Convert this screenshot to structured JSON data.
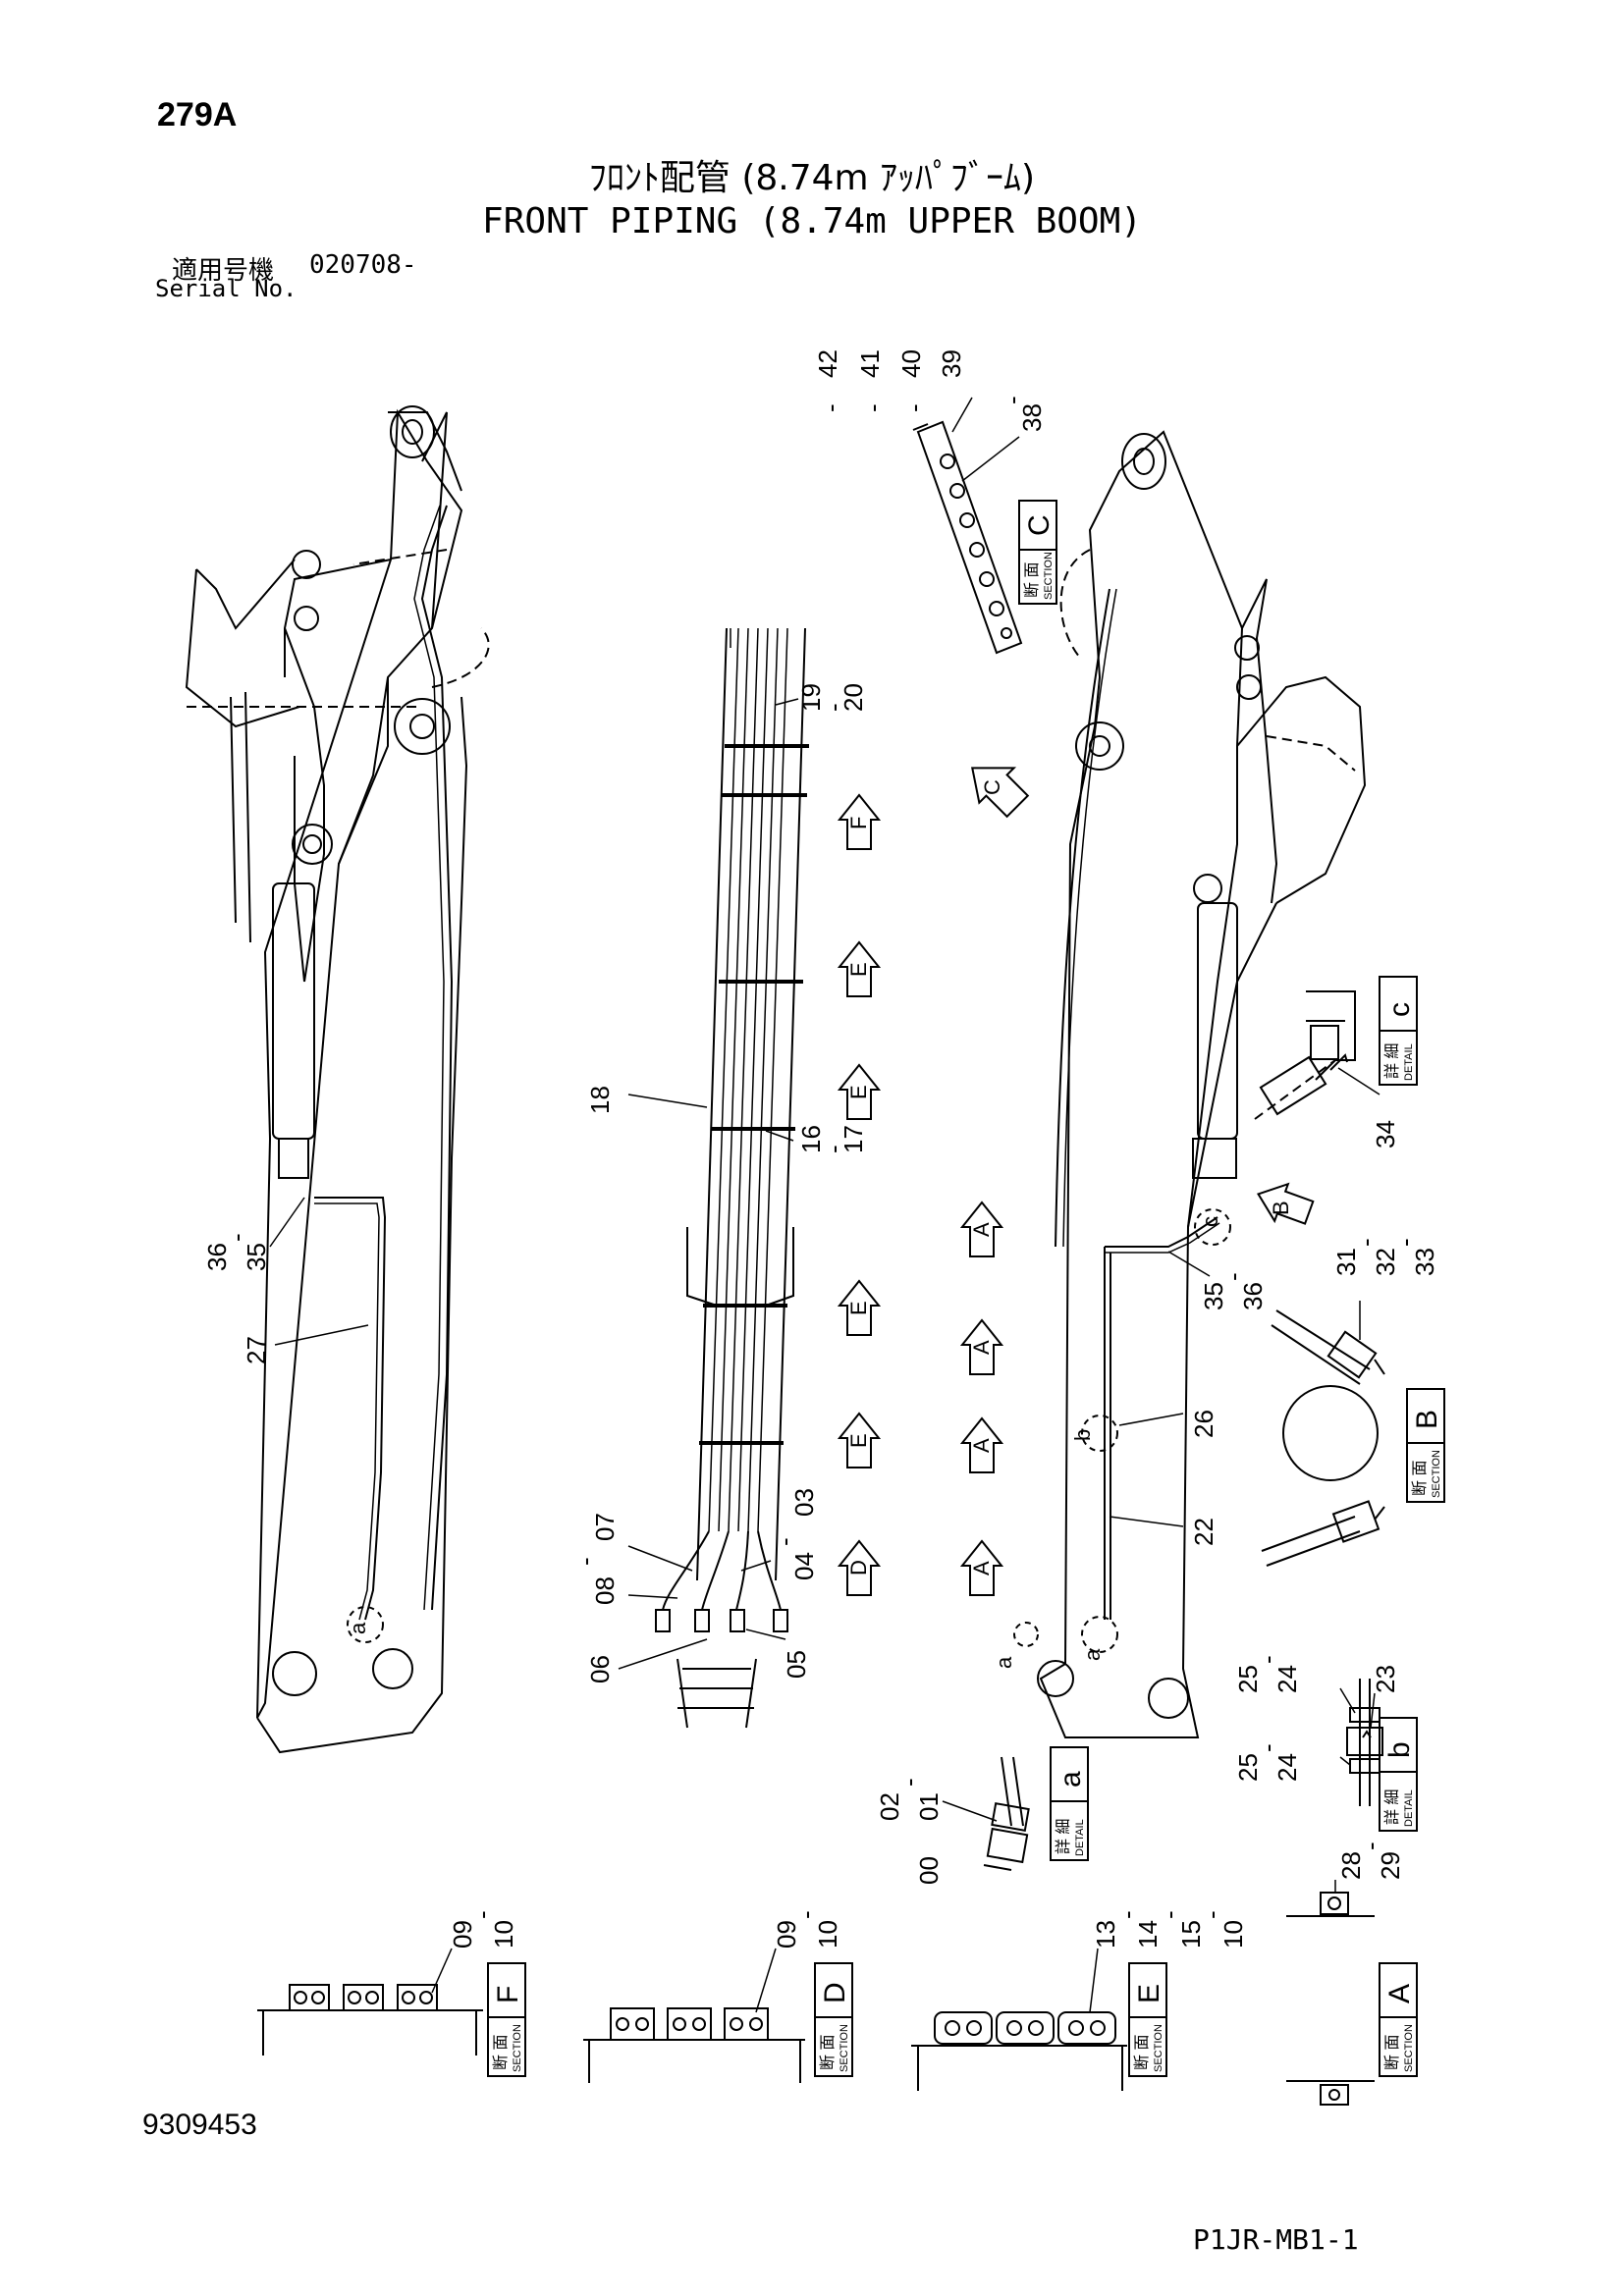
{
  "header": {
    "page_id": "279A",
    "title_jp": "ﾌﾛﾝﾄ配管 (8.74m ｱｯﾊﾟﾌﾞｰﾑ)",
    "title_en": "FRONT PIPING (8.74m UPPER BOOM)",
    "serial_label_jp": "適用号機",
    "serial_code": "020708-",
    "serial_label_en": "Serial No."
  },
  "footer": {
    "document_number": "9309453",
    "sheet_code": "P1JR-MB1-1"
  },
  "callouts": [
    {
      "id": "c-42",
      "text": "42"
    },
    {
      "id": "c-41",
      "text": "41"
    },
    {
      "id": "c-40",
      "text": "40"
    },
    {
      "id": "c-39",
      "text": "39"
    },
    {
      "id": "c-38",
      "text": "38"
    },
    {
      "id": "c-19",
      "text": "19"
    },
    {
      "id": "c-20",
      "text": "20"
    },
    {
      "id": "c-18",
      "text": "18"
    },
    {
      "id": "c-16",
      "text": "16"
    },
    {
      "id": "c-17",
      "text": "17"
    },
    {
      "id": "c-36a",
      "text": "36"
    },
    {
      "id": "c-35a",
      "text": "35"
    },
    {
      "id": "c-27",
      "text": "27"
    },
    {
      "id": "c-08",
      "text": "08"
    },
    {
      "id": "c-07",
      "text": "07"
    },
    {
      "id": "c-04",
      "text": "04"
    },
    {
      "id": "c-03",
      "text": "03"
    },
    {
      "id": "c-06",
      "text": "06"
    },
    {
      "id": "c-05",
      "text": "05"
    },
    {
      "id": "c-34",
      "text": "34"
    },
    {
      "id": "c-31",
      "text": "31"
    },
    {
      "id": "c-32",
      "text": "32"
    },
    {
      "id": "c-33",
      "text": "33"
    },
    {
      "id": "c-35b",
      "text": "35"
    },
    {
      "id": "c-36b",
      "text": "36"
    },
    {
      "id": "c-26",
      "text": "26"
    },
    {
      "id": "c-22",
      "text": "22"
    },
    {
      "id": "c-25a",
      "text": "25"
    },
    {
      "id": "c-24a",
      "text": "24"
    },
    {
      "id": "c-23",
      "text": "23"
    },
    {
      "id": "c-25b",
      "text": "25"
    },
    {
      "id": "c-24b",
      "text": "24"
    },
    {
      "id": "c-02",
      "text": "02"
    },
    {
      "id": "c-01",
      "text": "01"
    },
    {
      "id": "c-00",
      "text": "00"
    },
    {
      "id": "c-28",
      "text": "28"
    },
    {
      "id": "c-29",
      "text": "29"
    },
    {
      "id": "c-09a",
      "text": "09"
    },
    {
      "id": "c-10a",
      "text": "10"
    },
    {
      "id": "c-09b",
      "text": "09"
    },
    {
      "id": "c-10b",
      "text": "10"
    },
    {
      "id": "c-13",
      "text": "13"
    },
    {
      "id": "c-14",
      "text": "14"
    },
    {
      "id": "c-15",
      "text": "15"
    },
    {
      "id": "c-10c",
      "text": "10"
    }
  ],
  "dashes": [
    {
      "id": "d1",
      "text": "-"
    },
    {
      "id": "d2",
      "text": "-"
    },
    {
      "id": "d3",
      "text": "-"
    },
    {
      "id": "d4",
      "text": "-"
    },
    {
      "id": "d5",
      "text": "-"
    },
    {
      "id": "d6",
      "text": "-"
    },
    {
      "id": "d7",
      "text": "-"
    },
    {
      "id": "d8",
      "text": "-"
    },
    {
      "id": "d9",
      "text": "-"
    },
    {
      "id": "d10",
      "text": "-"
    },
    {
      "id": "d11",
      "text": "-"
    },
    {
      "id": "d12",
      "text": "-"
    },
    {
      "id": "d13",
      "text": "-"
    },
    {
      "id": "d14",
      "text": "-"
    },
    {
      "id": "d15",
      "text": "-"
    },
    {
      "id": "d16",
      "text": "-"
    },
    {
      "id": "d17",
      "text": "-"
    },
    {
      "id": "d18",
      "text": "-"
    },
    {
      "id": "d19",
      "text": "-"
    },
    {
      "id": "d20",
      "text": "-"
    },
    {
      "id": "d21",
      "text": "-"
    }
  ],
  "section_arrows": [
    {
      "id": "arr-c",
      "letter": "C"
    },
    {
      "id": "arr-f",
      "letter": "F"
    },
    {
      "id": "arr-e1",
      "letter": "E"
    },
    {
      "id": "arr-e2",
      "letter": "E"
    },
    {
      "id": "arr-e3",
      "letter": "E"
    },
    {
      "id": "arr-e4",
      "letter": "E"
    },
    {
      "id": "arr-d",
      "letter": "D"
    },
    {
      "id": "arr-a1",
      "letter": "A"
    },
    {
      "id": "arr-a2",
      "letter": "A"
    },
    {
      "id": "arr-a3",
      "letter": "A"
    },
    {
      "id": "arr-a4",
      "letter": "A"
    },
    {
      "id": "arr-b",
      "letter": "B"
    }
  ],
  "detail_marks": [
    {
      "id": "mark-a1",
      "letter": "a"
    },
    {
      "id": "mark-a2",
      "letter": "a"
    },
    {
      "id": "mark-a3",
      "letter": "a"
    },
    {
      "id": "mark-b",
      "letter": "b"
    },
    {
      "id": "mark-c",
      "letter": "c"
    }
  ],
  "boxes": [
    {
      "id": "box-section-c",
      "jp": "断 面",
      "en": "SECTION",
      "letter": "C"
    },
    {
      "id": "box-detail-c",
      "jp": "詳 細",
      "en": "DETAIL",
      "letter": "c"
    },
    {
      "id": "box-section-b",
      "jp": "断 面",
      "en": "SECTION",
      "letter": "B"
    },
    {
      "id": "box-detail-b",
      "jp": "詳 細",
      "en": "DETAIL",
      "letter": "b"
    },
    {
      "id": "box-detail-a",
      "jp": "詳 細",
      "en": "DETAIL",
      "letter": "a"
    },
    {
      "id": "box-section-f",
      "jp": "断 面",
      "en": "SECTION",
      "letter": "F"
    },
    {
      "id": "box-section-d",
      "jp": "断 面",
      "en": "SECTION",
      "letter": "D"
    },
    {
      "id": "box-section-e",
      "jp": "断 面",
      "en": "SECTION",
      "letter": "E"
    },
    {
      "id": "box-section-a",
      "jp": "断 面",
      "en": "SECTION",
      "letter": "A"
    }
  ]
}
